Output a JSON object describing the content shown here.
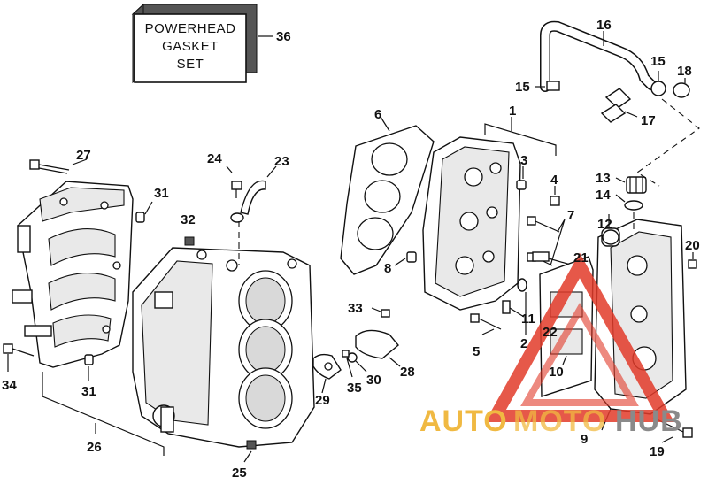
{
  "kit_box": {
    "line1": "POWERHEAD",
    "line2": "GASKET",
    "line3": "SET",
    "ref": "36"
  },
  "callouts": {
    "c1": "1",
    "c2": "2",
    "c3": "3",
    "c4": "4",
    "c5": "5",
    "c6": "6",
    "c7": "7",
    "c8": "8",
    "c9": "9",
    "c10": "10",
    "c11": "11",
    "c12": "12",
    "c13": "13",
    "c14": "14",
    "c15a": "15",
    "c15b": "15",
    "c16": "16",
    "c17": "17",
    "c18": "18",
    "c19": "19",
    "c20": "20",
    "c21": "21",
    "c22": "22",
    "c23": "23",
    "c24": "24",
    "c25": "25",
    "c26": "26",
    "c27": "27",
    "c28": "28",
    "c29": "29",
    "c30": "30",
    "c31a": "31",
    "c31b": "31",
    "c32": "32",
    "c33": "33",
    "c34": "34",
    "c35": "35"
  },
  "watermark": {
    "part1": "AUTO",
    "part2": "MOTO",
    "part3": "HUB",
    "logo_color": "#e23b2a",
    "accent": "#f0b942"
  }
}
